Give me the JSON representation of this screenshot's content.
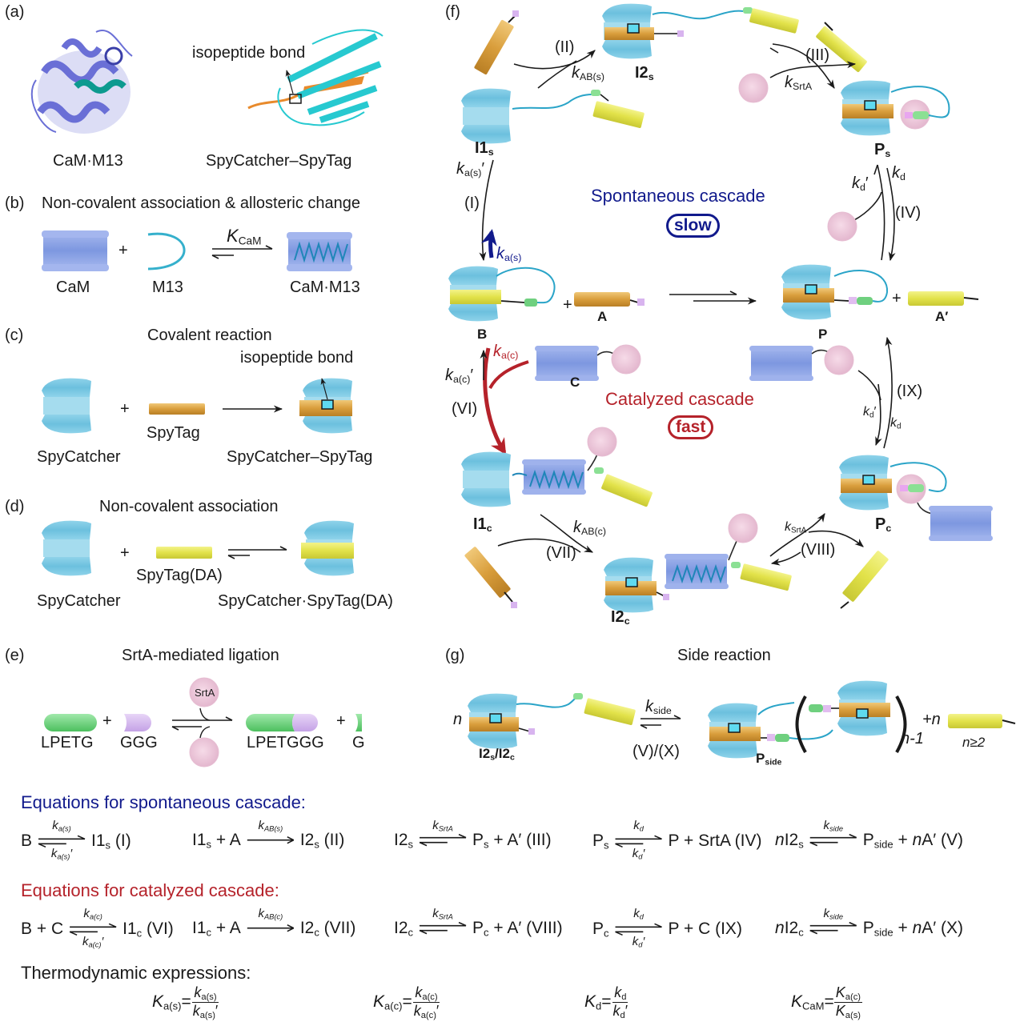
{
  "panels": {
    "a": {
      "tag": "(a)",
      "left_label": "CaM·M13",
      "right_label": "SpyCatcher–SpyTag",
      "annotation": "isopeptide bond"
    },
    "b": {
      "tag": "(b)",
      "title": "Non-covalent association & allosteric change",
      "reactant1": "CaM",
      "reactant2": "M13",
      "product": "CaM·M13",
      "constant_main": "K",
      "constant_sub": "CaM",
      "plus": "+"
    },
    "c": {
      "tag": "(c)",
      "title": "Covalent reaction",
      "annotation": "isopeptide bond",
      "reactant1": "SpyCatcher",
      "reactant2": "SpyTag",
      "product": "SpyCatcher–SpyTag",
      "plus": "+"
    },
    "d": {
      "tag": "(d)",
      "title": "Non-covalent association",
      "reactant1": "SpyCatcher",
      "reactant2": "SpyTag(DA)",
      "product": "SpyCatcher·SpyTag(DA)",
      "plus": "+"
    },
    "e": {
      "tag": "(e)",
      "title": "SrtA-mediated ligation",
      "reactant1": "LPETG",
      "reactant2": "GGG",
      "product1": "LPETGGG",
      "product2": "G",
      "enzyme": "SrtA",
      "plus": "+"
    },
    "f": {
      "tag": "(f)",
      "spontaneous_title": "Spontaneous cascade",
      "spontaneous_speed": "slow",
      "catalyzed_title": "Catalyzed cascade",
      "catalyzed_speed": "fast",
      "species": {
        "I1s": {
          "main": "I1",
          "sub": "s"
        },
        "I2s": {
          "main": "I2",
          "sub": "s"
        },
        "Ps": {
          "main": "P",
          "sub": "s"
        },
        "B": {
          "main": "B"
        },
        "A": {
          "main": "A"
        },
        "P": {
          "main": "P"
        },
        "Aprime": {
          "main": "A′"
        },
        "C": {
          "main": "C"
        },
        "I1c": {
          "main": "I1",
          "sub": "c"
        },
        "I2c": {
          "main": "I2",
          "sub": "c"
        },
        "Pc": {
          "main": "P",
          "sub": "c"
        }
      },
      "steps": [
        "(I)",
        "(II)",
        "(III)",
        "(IV)",
        "(VI)",
        "(VII)",
        "(VIII)",
        "(IX)"
      ],
      "rates": {
        "kas": {
          "main": "k",
          "sub": "a(s)"
        },
        "kas_prime": {
          "main": "k",
          "sub": "a(s)",
          "prime": "′"
        },
        "kABs": {
          "main": "k",
          "sub": "AB(s)"
        },
        "kSrtA": {
          "main": "k",
          "sub": "SrtA"
        },
        "kd": {
          "main": "k",
          "sub": "d"
        },
        "kd_prime": {
          "main": "k",
          "sub": "d",
          "prime": "′"
        },
        "kac": {
          "main": "k",
          "sub": "a(c)"
        },
        "kac_prime": {
          "main": "k",
          "sub": "a(c)",
          "prime": "′"
        },
        "kABc": {
          "main": "k",
          "sub": "AB(c)"
        }
      },
      "plus": "+"
    },
    "g": {
      "tag": "(g)",
      "title": "Side reaction",
      "coef": "n",
      "reactant_label": {
        "a": "I2",
        "a_sub": "s",
        "sep": "/",
        "b": "I2",
        "b_sub": "c"
      },
      "rate": {
        "main": "k",
        "sub": "side"
      },
      "steps": "(V)/(X)",
      "product_label": {
        "main": "P",
        "sub": "side"
      },
      "repeat_sub": "n-1",
      "plus_n": "+n",
      "condition": "n≥2"
    }
  },
  "equations": {
    "spontaneous_heading": "Equations for spontaneous cascade:",
    "catalyzed_heading": "Equations for catalyzed cascade:",
    "thermo_heading": "Thermodynamic expressions:",
    "spontaneous": [
      {
        "left": "B",
        "top": "a(s)",
        "bottom": "a(s)",
        "arrow": "eq",
        "right": "I1",
        "right_sub": "s",
        "tail": " (I)"
      },
      {
        "left": "I1",
        "left_sub": "s",
        "left_tail": " + A",
        "top": "AB(s)",
        "arrow": "fwd",
        "right": "I2",
        "right_sub": "s",
        "tail": " (II)"
      },
      {
        "left": "I2",
        "left_sub": "s",
        "top": "SrtA",
        "arrow": "eq",
        "right": "P",
        "right_sub": "s",
        "tail": " + A′ (III)"
      },
      {
        "left": "P",
        "left_sub": "s",
        "top": "d",
        "bottom": "d",
        "arrow": "eq",
        "right": "P",
        "tail": " + SrtA (IV)"
      },
      {
        "left_pre": "n",
        "left": "I2",
        "left_sub": "s",
        "top": "side",
        "arrow": "eq",
        "right": "P",
        "right_sub": "side",
        "tail_pre": " + ",
        "tail_n": "n",
        "tail": "A′ (V)"
      }
    ],
    "catalyzed": [
      {
        "left": "B + C",
        "top": "a(c)",
        "bottom": "a(c)",
        "arrow": "eq",
        "right": "I1",
        "right_sub": "c",
        "tail": " (VI)"
      },
      {
        "left": "I1",
        "left_sub": "c",
        "left_tail": " + A",
        "top": "AB(c)",
        "arrow": "fwd",
        "right": "I2",
        "right_sub": "c",
        "tail": " (VII)"
      },
      {
        "left": "I2",
        "left_sub": "c",
        "top": "SrtA",
        "arrow": "eq",
        "right": "P",
        "right_sub": "c",
        "tail": " + A′ (VIII)"
      },
      {
        "left": "P",
        "left_sub": "c",
        "top": "d",
        "bottom": "d",
        "arrow": "eq",
        "right": "P",
        "tail": " + C (IX)"
      },
      {
        "left_pre": "n",
        "left": "I2",
        "left_sub": "c",
        "top": "side",
        "arrow": "eq",
        "right": "P",
        "right_sub": "side",
        "tail_pre": " + ",
        "tail_n": "n",
        "tail": "A′ (X)"
      }
    ],
    "thermo": [
      {
        "lhs": "K",
        "lhs_sub": "a(s)",
        "num": "k",
        "num_sub": "a(s)",
        "den": "k",
        "den_sub": "a(s)",
        "den_prime": "′"
      },
      {
        "lhs": "K",
        "lhs_sub": "a(c)",
        "num": "k",
        "num_sub": "a(c)",
        "den": "k",
        "den_sub": "a(c)",
        "den_prime": "′"
      },
      {
        "lhs": "K",
        "lhs_sub": "d",
        "num": "k",
        "num_sub": "d",
        "den": "k",
        "den_sub": "d",
        "den_prime": "′"
      },
      {
        "lhs": "K",
        "lhs_sub": "CaM",
        "num": "K",
        "num_sub": "a(c)",
        "den": "K",
        "den_sub": "a(s)",
        "den_prime": ""
      }
    ],
    "equals": "="
  },
  "colors": {
    "spontaneous": "#111a8c",
    "catalyzed": "#b5222a",
    "spycatcher": "#7cc8e0",
    "cam": "#8ea6e6",
    "spytag": "#d9a24a",
    "spytag_da": "#e4e45a",
    "srta": "#efc8dd",
    "lpetg": "#6fd07f",
    "ggg": "#d5b6ef",
    "pymol_cam": "#6a6fd6",
    "pymol_m13": "#0c9a8f",
    "pymol_spycatcher": "#27c9d0",
    "pymol_spytag": "#e88a2c"
  }
}
